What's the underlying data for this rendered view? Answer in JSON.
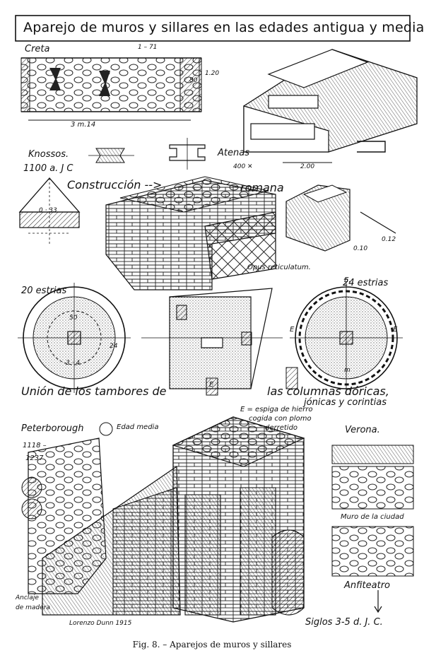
{
  "title": "Aparejo de muros y sillares en las edades antigua y media",
  "caption": "Fig. 8. – Aparejos de muros y sillares",
  "labels": {
    "creta": "Creta",
    "dim_1_m_71": "1 – 71",
    "dim_80": "80",
    "dim_1_20": "1.20",
    "dim_3_m_14": "3 m.14",
    "knossos": "Knossos.",
    "knossos_date": "1100 a. J C",
    "atenas": "Atenas",
    "atenas_dim_400": "400 ✕",
    "atenas_dim_2": "2.00",
    "construccion": "Construcción -->",
    "romana": "romana",
    "dim_0_33": "0 · 33",
    "dim_0_10": "0.10",
    "dim_0_12": "0.12",
    "opus": "Opus reticulatum.",
    "estrias_20": "20 estrias",
    "estrias_24": "24 estrias",
    "e_left": "E",
    "e_center": "E",
    "e_right": "E",
    "e_top": "E.",
    "e_bottom": "m",
    "dim_50": "50",
    "dim_24": "24",
    "dim_3_4": "3 · 4",
    "union": "Unión de los tambores de",
    "columnas": "las columnas dóricas,",
    "jonicas": "jónicas y corintias",
    "espiga_1": "E = espiga de hierro",
    "espiga_2": "cogida con plomo",
    "espiga_3": "derretido",
    "peterborough": "Peterborough",
    "edad_media": "Edad media",
    "date_1118": "1118 –",
    "date_1237": "1237",
    "verona": "Verona.",
    "muro_ciudad": "Muro de la ciudad",
    "anfiteatro": "Anfiteatro",
    "siglos": "Siglos 3-5 d. J. C.",
    "anclaje_1": "Anclaje",
    "anclaje_2": "de madera",
    "signature": "Lorenzo Dunn 1915"
  }
}
